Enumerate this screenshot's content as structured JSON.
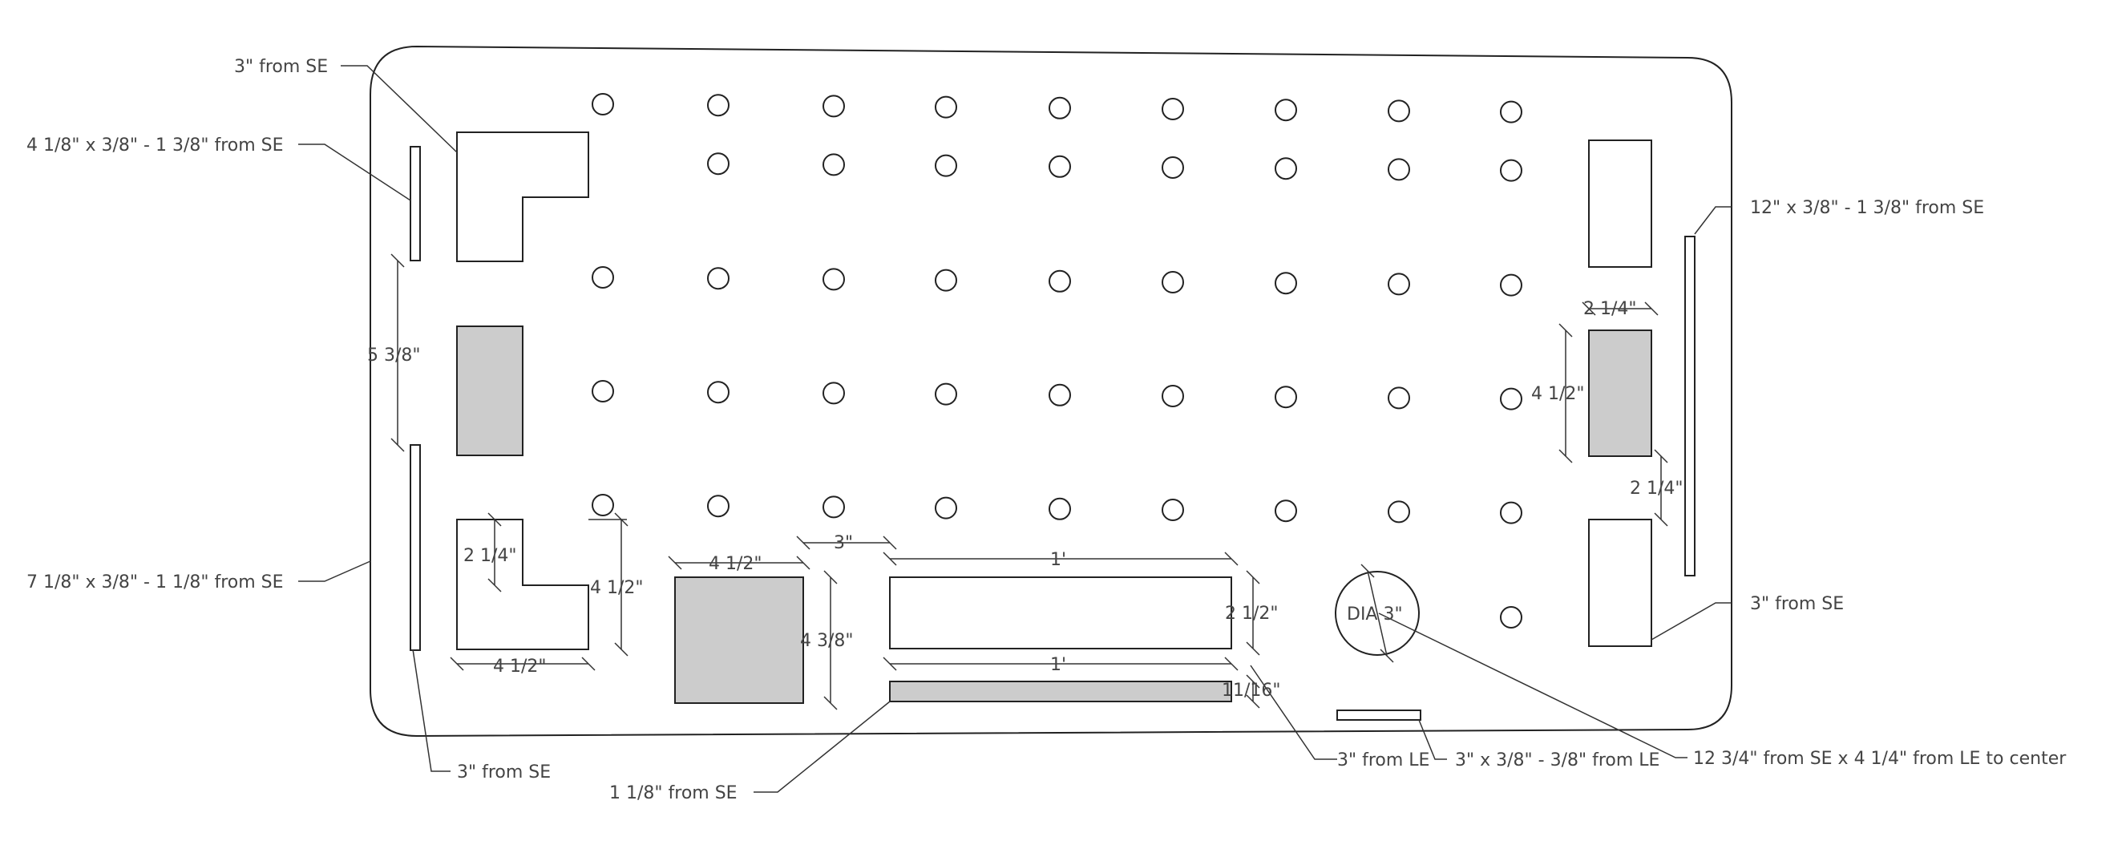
{
  "colors": {
    "stroke": "#222222",
    "shaded": "#cccccc",
    "text": "#444444"
  },
  "callouts": {
    "top_left_from_se": "3\" from SE",
    "left_slot_top": "4 1/8\" x 3/8\" - 1 3/8\" from SE",
    "left_slot_bottom": "7 1/8\" x 3/8\" - 1 1/8\" from SE",
    "bottom_left_from_se": "3\" from SE",
    "bar_from_se": "1 1/8\" from SE",
    "from_le": "3\" from LE",
    "bottom_slot": "3\" x 3/8\" - 3/8\" from LE",
    "circle_center": "12 3/4\" from SE x 4 1/4\" from LE to center",
    "right_slot": "12\" x 3/8\" - 1 3/8\" from SE",
    "right_from_se": "3\" from SE"
  },
  "dims": {
    "gap_left": "5 3/8\"",
    "l_notch": "2 1/4\"",
    "l_height": "4 1/2\"",
    "l_width": "4 1/2\"",
    "sq_width": "4 1/2\"",
    "sq_height": "4 3/8\"",
    "spacing": "3\"",
    "rect_width": "1'",
    "rect_height": "2 1/2\"",
    "bar_width": "1'",
    "bar_height": "11/16\"",
    "circle_dia": "DIA 3\"",
    "right_width": "2 1/4\"",
    "right_height": "4 1/2\"",
    "right_gap": "2 1/4\""
  }
}
